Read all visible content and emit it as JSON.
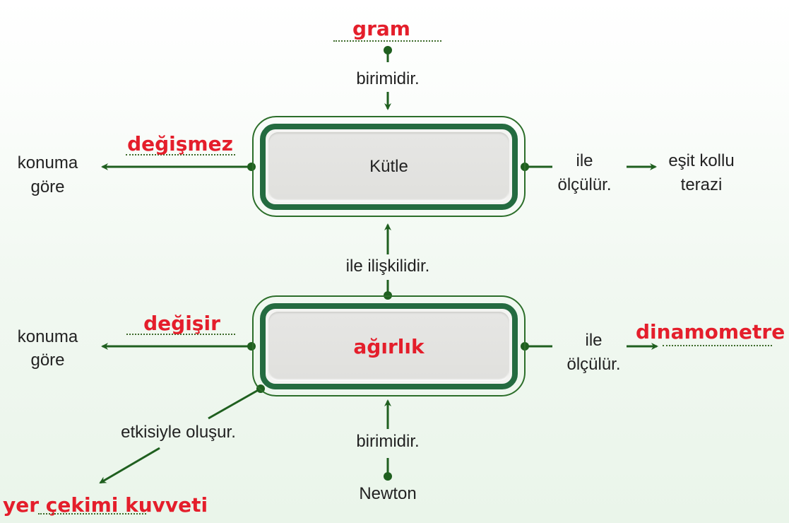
{
  "colors": {
    "line_green": "#1f5f1f",
    "box_border": "#246b40",
    "answer_red": "#e41e2b",
    "text": "#222222",
    "box_fill": "#e3e3e0"
  },
  "diagram": {
    "top_box": {
      "label": "Kütle"
    },
    "bottom_box": {
      "label": "ağırlık"
    },
    "top": {
      "unit_answer": "gram",
      "unit_connector": "birimidir.",
      "left_answer": "değişmez",
      "left_target_line1": "konuma",
      "left_target_line2": "göre",
      "right_connector_line1": "ile",
      "right_connector_line2": "ölçülür.",
      "right_target_line1": "eşit kollu",
      "right_target_line2": "terazi"
    },
    "relation_connector": "ile ilişkilidir.",
    "bottom": {
      "left_answer": "değişir",
      "left_target_line1": "konuma",
      "left_target_line2": "göre",
      "right_connector_line1": "ile",
      "right_connector_line2": "ölçülür.",
      "right_answer": "dinamometre",
      "cause_connector": "etkisiyle oluşur.",
      "cause_answer": "yer çekimi kuvveti",
      "unit_connector": "birimidir.",
      "unit_value": "Newton"
    }
  }
}
